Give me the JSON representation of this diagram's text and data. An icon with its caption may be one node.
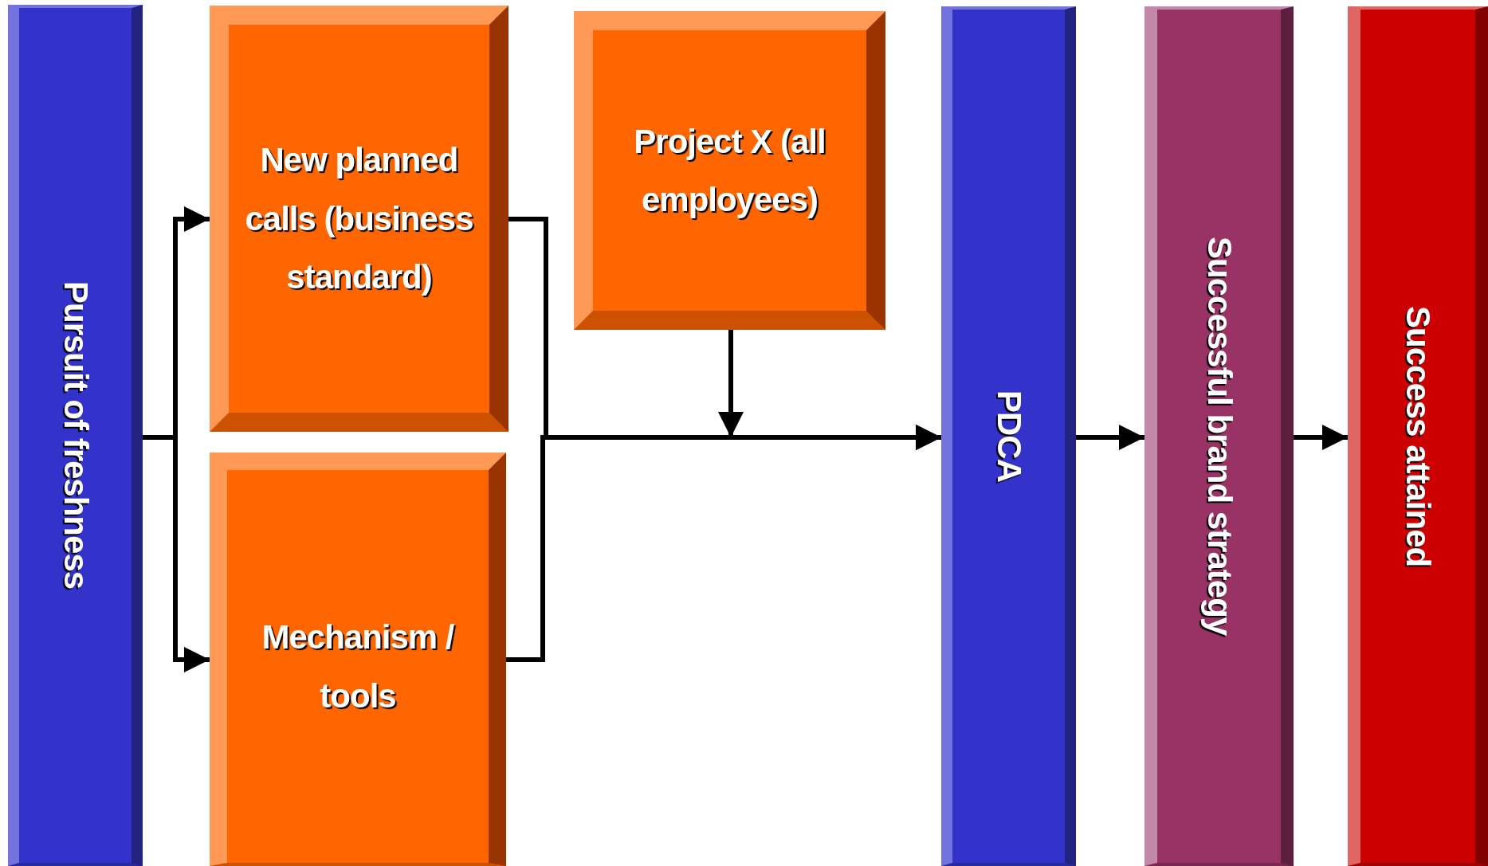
{
  "diagram": {
    "nodes": [
      {
        "text": [
          "Pursuit of freshness"
        ]
      },
      {
        "text": [
          "New planned calls (business standard)"
        ]
      },
      {
        "text": [
          "Mechanism / tools"
        ]
      },
      {
        "text": [
          "Project X (all employees)"
        ]
      },
      {
        "text": [
          "PDCA"
        ]
      },
      {
        "text": [
          "Successful brand strategy"
        ]
      },
      {
        "text": [
          "Success attained"
        ]
      }
    ],
    "edges": [
      {
        "from": 0,
        "to": 1,
        "arrow": "to"
      },
      {
        "from": 0,
        "to": 2,
        "arrow": "to"
      },
      {
        "from": 1,
        "to": 4,
        "arrow": "to"
      },
      {
        "from": 2,
        "to": 4,
        "arrow": "to"
      },
      {
        "from": 3,
        "to": 4,
        "arrow": "to"
      },
      {
        "from": 4,
        "to": 5,
        "arrow": "to"
      },
      {
        "from": 5,
        "to": 6,
        "arrow": "to"
      }
    ]
  }
}
